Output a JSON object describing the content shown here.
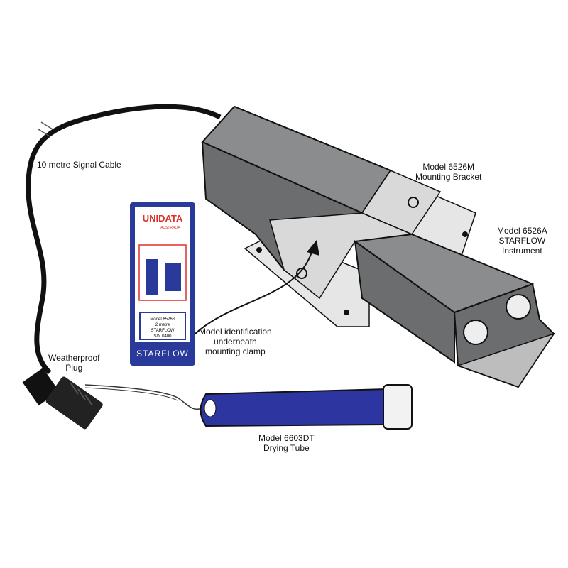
{
  "labels": {
    "cable": "10 metre Signal Cable",
    "bracket": [
      "Model 6526M",
      "Mounting Bracket"
    ],
    "instrument": [
      "Model 6526A",
      "STARFLOW",
      "Instrument"
    ],
    "model_id": [
      "Model identification",
      "underneath",
      "mounting clamp"
    ],
    "plug": [
      "Weatherproof",
      "Plug"
    ],
    "drying_tube": [
      "Model 6603DT",
      "Drying Tube"
    ]
  },
  "id_card": {
    "brand": "UNIDATA",
    "brand_sub": "AUSTRALIA",
    "model_lines": [
      "Model 6526S",
      "2 metre",
      "STARFLOW",
      "S/N 0400"
    ],
    "product": "STARFLOW"
  },
  "colors": {
    "instrument": "#6b6d6e",
    "bracket": "#d9d9d9",
    "card_blue": "#2a3a9a",
    "tube_blue": "#2c35a0",
    "brand_red": "#e0302a"
  }
}
